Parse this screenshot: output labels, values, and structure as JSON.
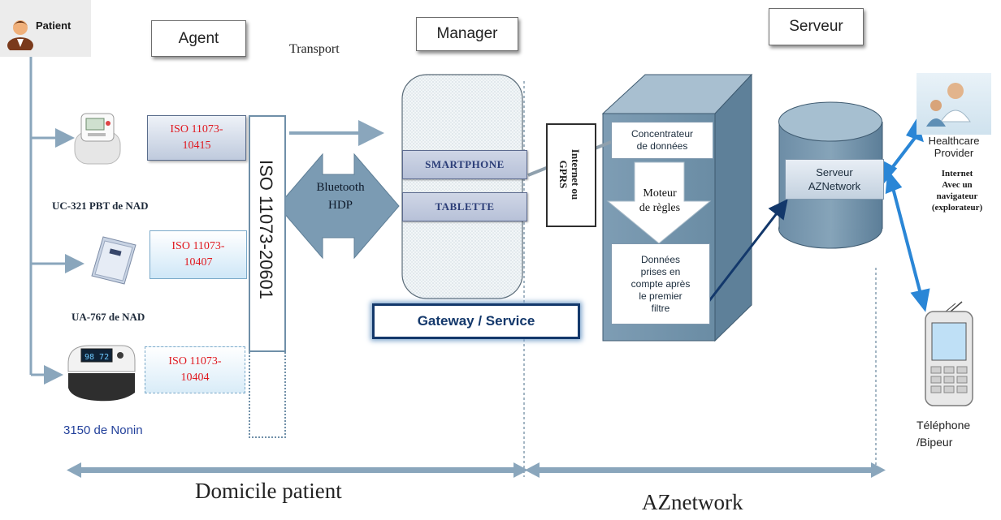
{
  "headers": {
    "patient": "Patient",
    "agent": "Agent",
    "transport": "Transport",
    "manager": "Manager",
    "server": "Serveur"
  },
  "devices": [
    {
      "label": "UC-321 PBT de NAD",
      "iso": "ISO 11073-\n10415"
    },
    {
      "label": "UA-767 de NAD",
      "iso": "ISO 11073-\n10407"
    },
    {
      "label": "3150 de Nonin",
      "iso": "ISO 11073-\n10404"
    }
  ],
  "iso_vertical": "ISO 11073-20601",
  "bluetooth": "Bluetooth\nHDP",
  "manager_items": [
    "SMARTPHONE",
    "TABLETTE"
  ],
  "gateway": "Gateway / Service",
  "internet_gprs": "Internet ou\nGPRS",
  "server_steps": {
    "concentrator": "Concentrateur\nde données",
    "engine": "Moteur\nde règles",
    "filtered": "Données\nprises en\ncompte après\nle premier\nfiltre"
  },
  "server_node": "Serveur\nAZNetwork",
  "healthcare": "Healthcare\nProvider",
  "internet_browser": "Internet\nAvec un\nnavigateur\n(explorateur)",
  "phone": "Téléphone\n/Bipeur",
  "zones": {
    "home": "Domicile patient",
    "network": "AZnetwork"
  },
  "colors": {
    "iso_red": "#e0181f",
    "steel_blue": "#6f8fa8",
    "arrow_blue": "#2a86d6",
    "navy": "#13386b"
  }
}
